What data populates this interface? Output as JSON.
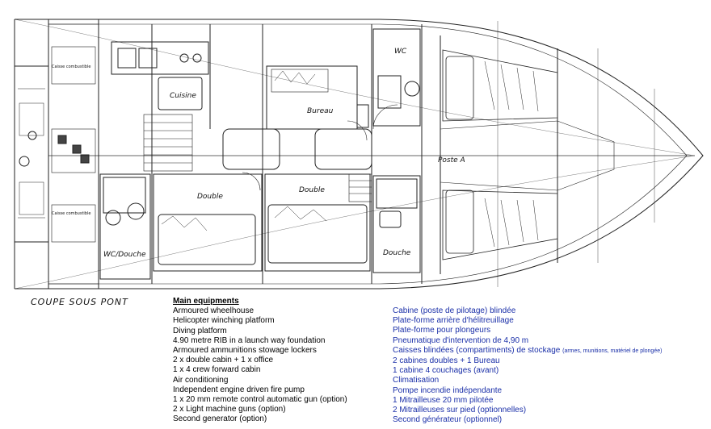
{
  "plan": {
    "title": "COUPE SOUS PONT",
    "rooms": {
      "wc": "WC",
      "cuisine": "Cuisine",
      "bureau": "Bureau",
      "poste": "Poste A",
      "double_1": "Double",
      "double_2": "Double",
      "wc_douche": "WC/Douche",
      "douche": "Douche",
      "caisse_1": "Caisse combustible",
      "caisse_2": "Caisse combustible"
    }
  },
  "equipment": {
    "title": "Main equipments",
    "en": [
      "Armoured wheelhouse",
      "Helicopter winching platform",
      "Diving platform",
      "4.90 metre RIB in a launch way foundation",
      "Armoured ammunitions stowage lockers",
      "2 x double cabin + 1 x office",
      "1 x 4 crew forward cabin",
      "Air conditioning",
      "Independent engine driven fire pump",
      "1 x 20 mm remote control automatic gun (option)",
      "2 x Light machine guns (option)",
      "Second generator (option)"
    ],
    "fr": [
      "Cabine (poste de pilotage) blindée",
      "Plate-forme arrière d'hélitreuillage",
      "Plate-forme pour plongeurs",
      "Pneumatique d'intervention de 4,90 m",
      "Caisses blindées (compartiments) de stockage",
      "2 cabines doubles + 1 Bureau",
      "1 cabine 4 couchages (avant)",
      "Climatisation",
      "Pompe incendie indépendante",
      "1 Mitrailleuse 20 mm pilotée",
      "2 Mitrailleuses sur pied (optionnelles)",
      "Second générateur (optionnel)"
    ],
    "fr_note": "(armes, munitions, matériel de plongée)"
  }
}
